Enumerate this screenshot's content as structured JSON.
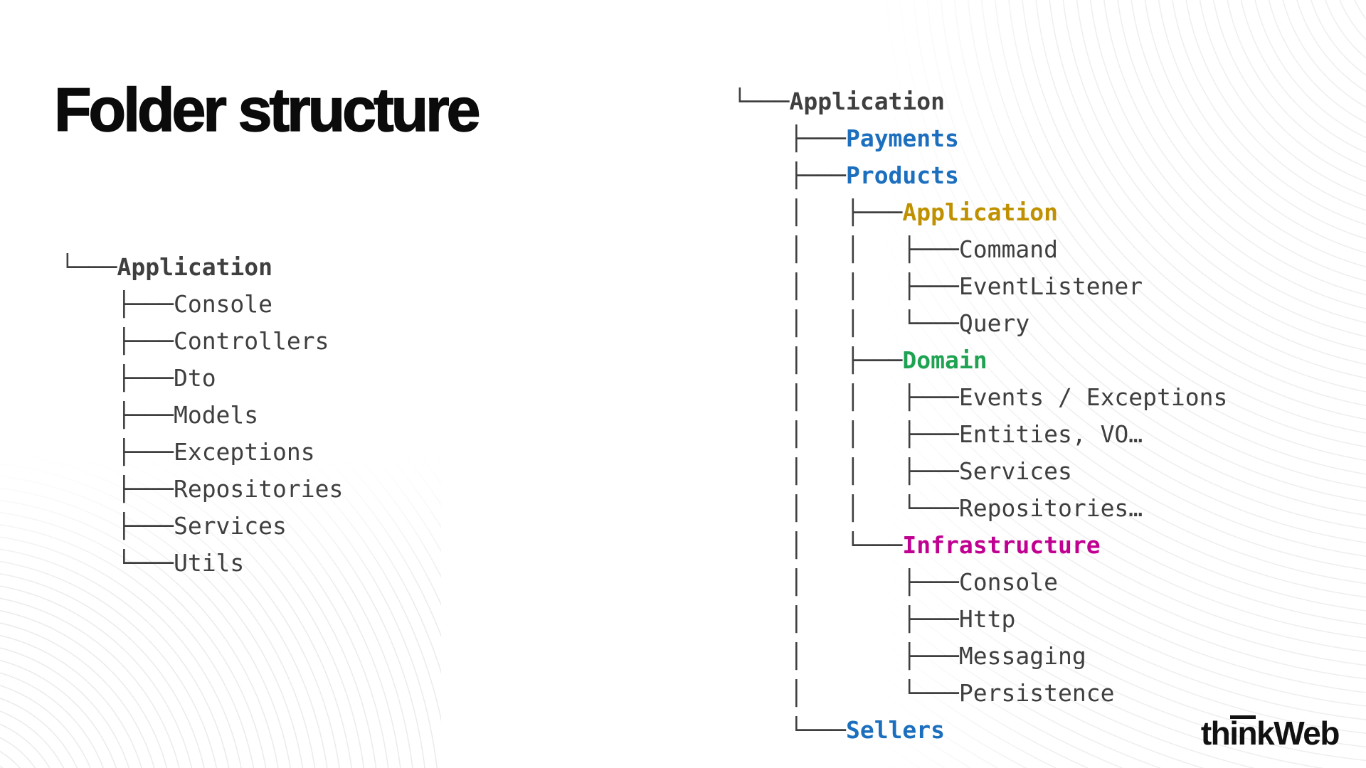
{
  "slide": {
    "title": "Folder structure"
  },
  "logo": {
    "text": "thinkWeb"
  },
  "colors": {
    "text": "#3f3f3f",
    "blue": "#1B6FBE",
    "gold": "#BF9000",
    "green": "#1FA352",
    "magenta": "#C00091"
  },
  "left_tree": {
    "rows": [
      {
        "prefix": "└───",
        "label": "Application",
        "color": "text",
        "bold": true
      },
      {
        "prefix": "    ├───",
        "label": "Console",
        "color": "text",
        "bold": false
      },
      {
        "prefix": "    ├───",
        "label": "Controllers",
        "color": "text",
        "bold": false
      },
      {
        "prefix": "    ├───",
        "label": "Dto",
        "color": "text",
        "bold": false
      },
      {
        "prefix": "    ├───",
        "label": "Models",
        "color": "text",
        "bold": false
      },
      {
        "prefix": "    ├───",
        "label": "Exceptions",
        "color": "text",
        "bold": false
      },
      {
        "prefix": "    ├───",
        "label": "Repositories",
        "color": "text",
        "bold": false
      },
      {
        "prefix": "    ├───",
        "label": "Services",
        "color": "text",
        "bold": false
      },
      {
        "prefix": "    └───",
        "label": "Utils",
        "color": "text",
        "bold": false
      }
    ]
  },
  "right_tree": {
    "rows": [
      {
        "prefix": "└───",
        "label": "Application",
        "color": "text",
        "bold": true
      },
      {
        "prefix": "    ├───",
        "label": "Payments",
        "color": "blue",
        "bold": true
      },
      {
        "prefix": "    ├───",
        "label": "Products",
        "color": "blue",
        "bold": true
      },
      {
        "prefix": "    │   ├───",
        "label": "Application",
        "color": "gold",
        "bold": true
      },
      {
        "prefix": "    │   │   ├───",
        "label": "Command",
        "color": "text",
        "bold": false
      },
      {
        "prefix": "    │   │   ├───",
        "label": "EventListener",
        "color": "text",
        "bold": false
      },
      {
        "prefix": "    │   │   └───",
        "label": "Query",
        "color": "text",
        "bold": false
      },
      {
        "prefix": "    │   ├───",
        "label": "Domain",
        "color": "green",
        "bold": true
      },
      {
        "prefix": "    │   │   ├───",
        "label": "Events / Exceptions",
        "color": "text",
        "bold": false
      },
      {
        "prefix": "    │   │   ├───",
        "label": "Entities, VO…",
        "color": "text",
        "bold": false
      },
      {
        "prefix": "    │   │   ├───",
        "label": "Services",
        "color": "text",
        "bold": false
      },
      {
        "prefix": "    │   │   └───",
        "label": "Repositories…",
        "color": "text",
        "bold": false
      },
      {
        "prefix": "    │   └───",
        "label": "Infrastructure",
        "color": "magenta",
        "bold": true
      },
      {
        "prefix": "    │       ├───",
        "label": "Console",
        "color": "text",
        "bold": false
      },
      {
        "prefix": "    │       ├───",
        "label": "Http",
        "color": "text",
        "bold": false
      },
      {
        "prefix": "    │       ├───",
        "label": "Messaging",
        "color": "text",
        "bold": false
      },
      {
        "prefix": "    │       └───",
        "label": "Persistence",
        "color": "text",
        "bold": false
      },
      {
        "prefix": "    └───",
        "label": "Sellers",
        "color": "blue",
        "bold": true
      }
    ]
  }
}
